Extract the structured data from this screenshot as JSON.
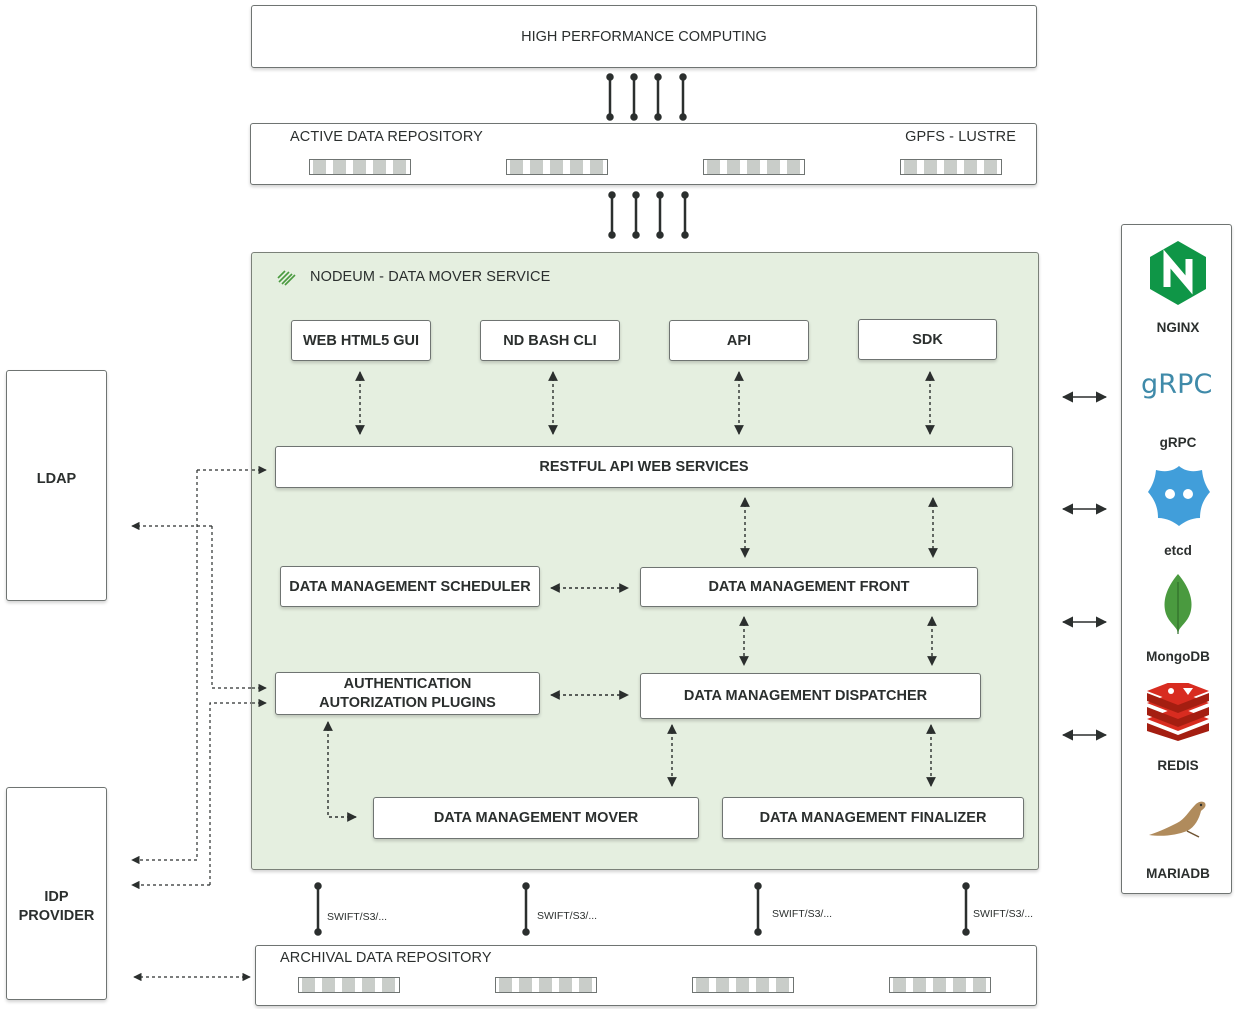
{
  "hpc": {
    "title": "HIGH PERFORMANCE COMPUTING"
  },
  "active_repo": {
    "title": "ACTIVE DATA REPOSITORY",
    "fs": "GPFS - LUSTRE"
  },
  "nodeum": {
    "title": "NODEUM - DATA MOVER SERVICE"
  },
  "clients": {
    "web": "WEB HTML5 GUI",
    "cli": "ND BASH CLI",
    "api": "API",
    "sdk": "SDK"
  },
  "restful": "RESTFUL API WEB SERVICES",
  "scheduler": "DATA MANAGEMENT SCHEDULER",
  "front": "DATA MANAGEMENT FRONT",
  "auth": {
    "line1": "AUTHENTICATION",
    "line2": "AUTORIZATION PLUGINS"
  },
  "dispatcher": "DATA MANAGEMENT DISPATCHER",
  "mover": "DATA MANAGEMENT MOVER",
  "finalizer": "DATA MANAGEMENT FINALIZER",
  "ldap": "LDAP",
  "idp": {
    "line1": "IDP",
    "line2": "PROVIDER"
  },
  "protocols": [
    "SWIFT/S3/...",
    "SWIFT/S3/...",
    "SWIFT/S3/...",
    "SWIFT/S3/..."
  ],
  "archival_repo": {
    "title": "ARCHIVAL DATA REPOSITORY"
  },
  "tech_stack": [
    {
      "name": "NGINX",
      "icon": "nginx-logo-icon"
    },
    {
      "name": "gRPC",
      "icon": "grpc-logo-icon"
    },
    {
      "name": "etcd",
      "icon": "etcd-logo-icon"
    },
    {
      "name": "MongoDB",
      "icon": "mongodb-logo-icon"
    },
    {
      "name": "REDIS",
      "icon": "redis-logo-icon"
    },
    {
      "name": "MARIADB",
      "icon": "mariadb-logo-icon"
    }
  ],
  "grpc_logo_text": "gRPC",
  "colors": {
    "nodeum_bg": "#e5efe0",
    "nginx": "#0f9647",
    "etcd": "#419eda",
    "mongodb": "#4a9a3f",
    "redis": "#d82c20",
    "mariadb": "#b08b5c",
    "arrow": "#2b2f2e"
  }
}
